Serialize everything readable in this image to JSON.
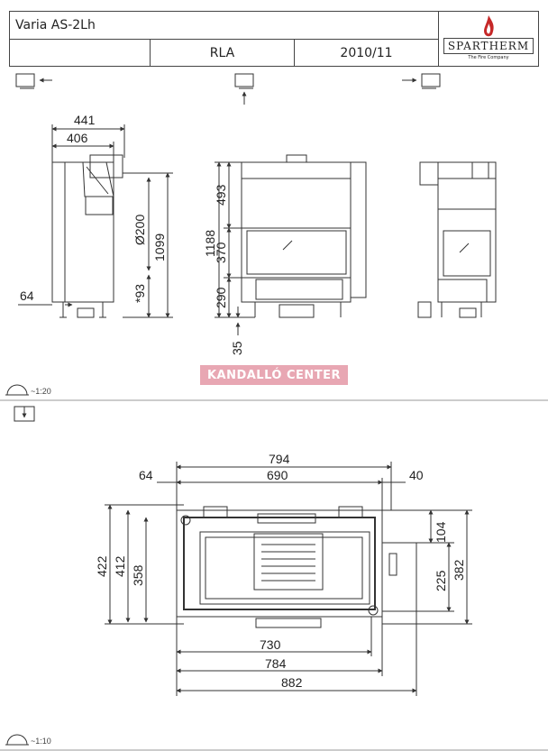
{
  "header": {
    "model": "Varia AS-2Lh",
    "variant": "RLA",
    "date": "2010/11",
    "brand": "SPARTHERM",
    "tagline": "The Fire Company"
  },
  "watermark": "KANDALLÓ CENTER",
  "scale_top": "~1:20",
  "scale_bottom": "~1:10",
  "side_left": {
    "d441": "441",
    "d406": "406",
    "d200": "Ø200",
    "d1099": "1099",
    "d93": "*93",
    "d64": "64"
  },
  "front": {
    "d1188": "1188",
    "d493": "493",
    "d370": "370",
    "d290": "290",
    "d35": "35"
  },
  "plan": {
    "d794": "794",
    "d690": "690",
    "d64": "64",
    "d40": "40",
    "d422": "422",
    "d412": "412",
    "d358": "358",
    "d104": "104",
    "d225": "225",
    "d382": "382",
    "d730": "730",
    "d784": "784",
    "d882": "882"
  },
  "colors": {
    "accent": "#c62828",
    "watermark": "#e8a7b3"
  }
}
